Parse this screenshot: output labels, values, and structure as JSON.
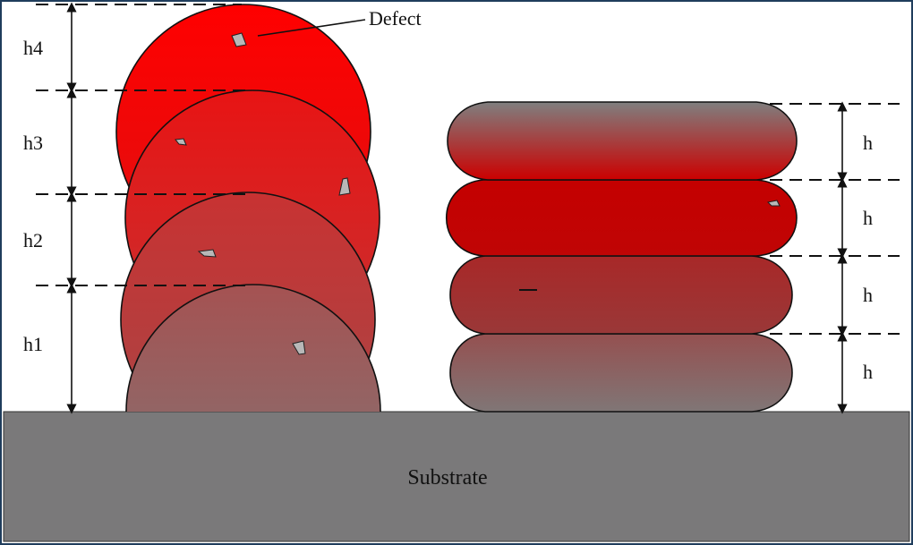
{
  "labels": {
    "h4": "h4",
    "h3": "h3",
    "h2": "h2",
    "h1": "h1",
    "h": "h",
    "defect": "Defect",
    "substrate": "Substrate"
  },
  "colors": {
    "substrate": "#7a797a",
    "bright_red": "#ff0000",
    "deep_red": "#c40000",
    "mid_red": "#a33333",
    "grey_red": "#8a6a6a",
    "grey": "#7f7f7f",
    "defect": "#b8b8b8"
  }
}
